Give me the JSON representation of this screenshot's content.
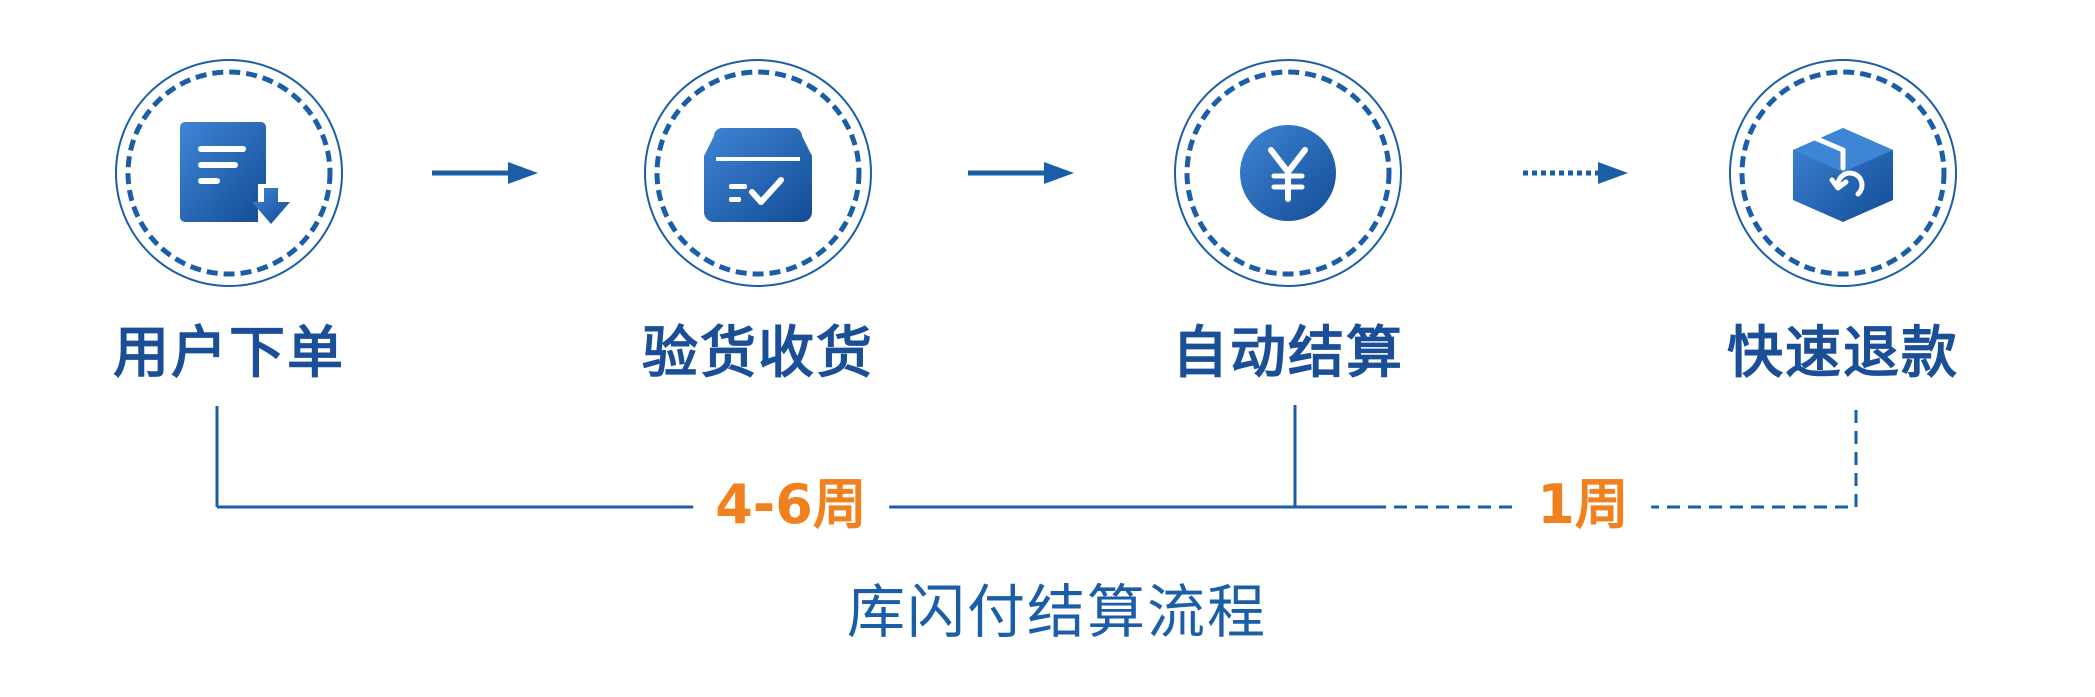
{
  "steps": [
    {
      "label": "用户下单",
      "icon": "order-download-icon"
    },
    {
      "label": "验货收货",
      "icon": "inspect-box-check-icon"
    },
    {
      "label": "自动结算",
      "icon": "yuan-coin-icon"
    },
    {
      "label": "快速退款",
      "icon": "refund-box-icon"
    }
  ],
  "durations": {
    "main": "4-6周",
    "refund": "1周"
  },
  "title": "库闪付结算流程",
  "colors": {
    "primary": "#1a5ea8",
    "label": "#1a4f98",
    "accent": "#f0811e",
    "icon_light": "#3f85d6",
    "icon_dark": "#134c95"
  }
}
